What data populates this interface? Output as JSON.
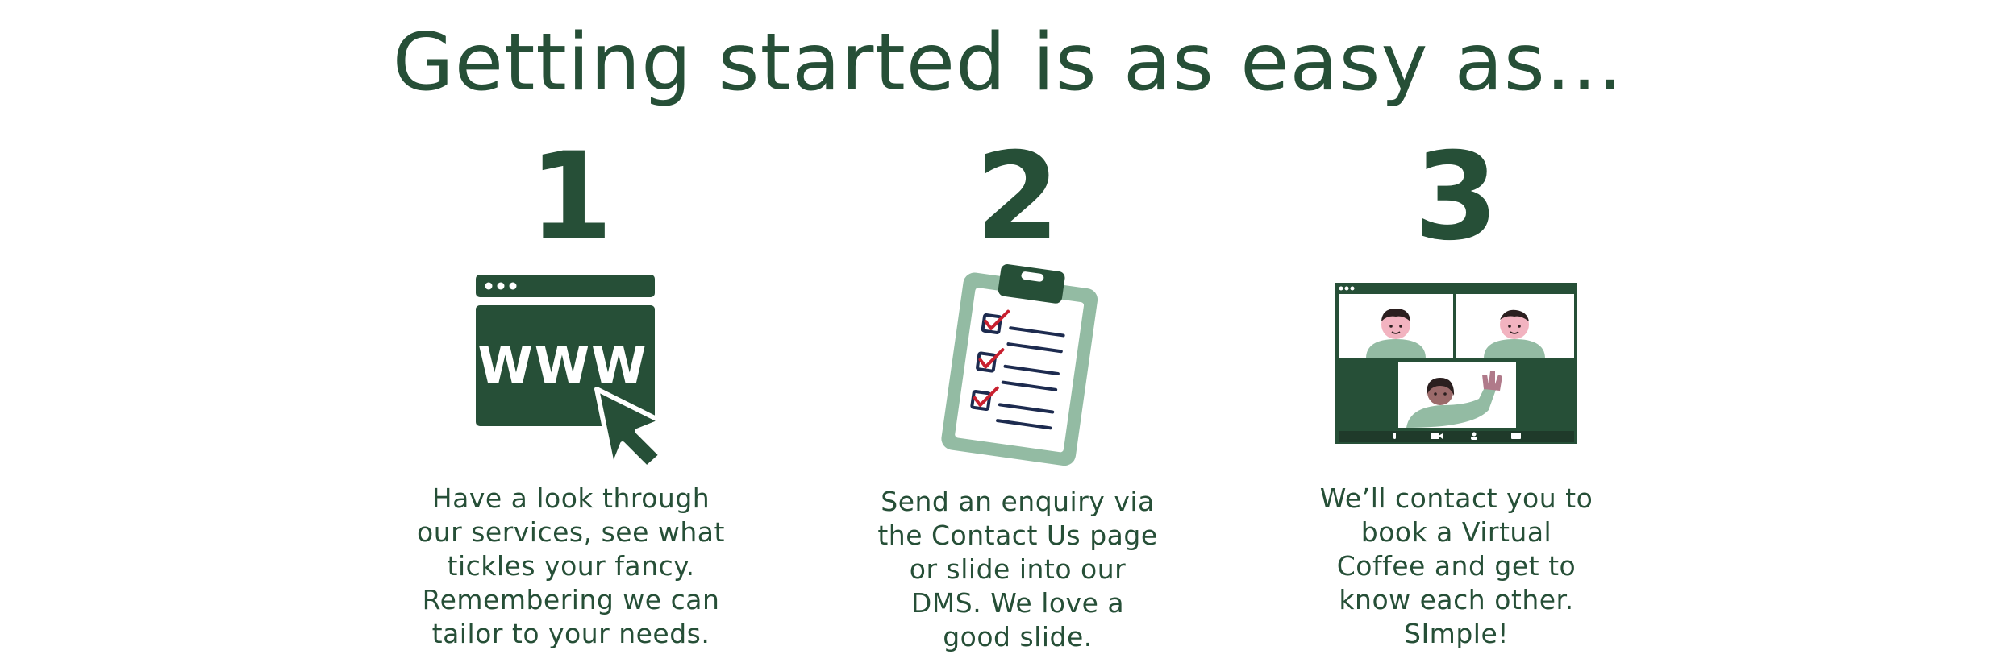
{
  "title": "Getting started is as easy as...",
  "colors": {
    "dark_green": "#264f37",
    "light_green": "#93bba3",
    "check_red": "#c8202f",
    "skin": "#f2b3c0",
    "hair": "#2b1f1f"
  },
  "steps": [
    {
      "number": "1",
      "icon": "browser-www-cursor-icon",
      "browser_text": "WWW",
      "text": "Have a look through\nour services, see what\ntickles your fancy.\nRemembering we can\ntailor to your needs."
    },
    {
      "number": "2",
      "icon": "clipboard-checklist-icon",
      "text": "Send an enquiry via\nthe Contact Us page\nor slide into our\nDMS. We love a\ngood slide."
    },
    {
      "number": "3",
      "icon": "video-call-icon",
      "text": "We’ll contact you to\nbook a Virtual\nCoffee and get to\nknow each other.\nSImple!"
    }
  ]
}
